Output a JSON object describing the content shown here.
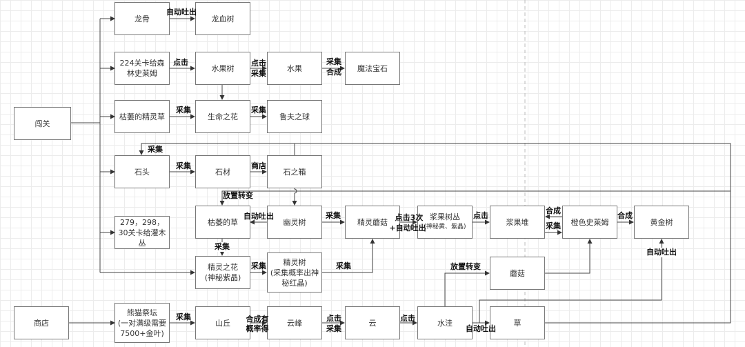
{
  "nodes": {
    "chuangguan": "闯关",
    "shop": "商店",
    "longgu": "龙骨",
    "longxueshu": "龙血树",
    "level224": "224关卡给森林史莱姆",
    "shuiguoshu": "水果树",
    "shuiguo": "水果",
    "mofabaoshi": "魔法宝石",
    "kuiweijinglingcao": "枯萎的精灵草",
    "shengmingzhihua": "生命之花",
    "lufuzhiqiu": "鲁夫之球",
    "shitou": "石头",
    "shicai": "石材",
    "shizhixiang": "石之箱",
    "kuiweidecao": "枯萎的草",
    "youlingshu": "幽灵树",
    "jinglingmogu": "精灵蘑菇",
    "jiangguoshucong": "浆果树丛",
    "jiangguoshucong_note": "(神秘黄、紫晶)",
    "jiangguodui": "浆果堆",
    "chengseshilaimu": "橙色史莱姆",
    "huangjinshu": "黄金树",
    "levels279": "279，298，30关卡给灌木丛",
    "jinglingzhihua": "精灵之花\n(神秘紫晶)",
    "jinglingshu": "精灵树\n(采集概率出神秘红晶)",
    "mogu": "蘑菇",
    "xiongmaojitan": "熊猫祭坛\n(一对满级需要7500+金叶)",
    "shanqiu": "山丘",
    "yunfeng": "云峰",
    "yun": "云",
    "shuiwa": "水洼",
    "cao": "草"
  },
  "edge_labels": {
    "longgu_auto": "自动吐出",
    "l224_click": "点击",
    "shuiguoshu_click": "点击",
    "shuiguoshu_collect": "采集",
    "shuiguo_collect": "采集",
    "shuiguo_craft": "合成",
    "kwjlc_collect": "采集",
    "smzh_collect": "采集",
    "cao_shitou_collect": "采集",
    "shitou_collect": "采集",
    "shicai_shop": "商店",
    "cao_place": "放置转变",
    "ylshu_auto": "自动吐出",
    "ylshu_collect": "采集",
    "jlmg_click3": "点击3次",
    "jlmg_auto": "+自动吐出",
    "jgsc_click": "点击",
    "cssl_craft": "合成",
    "jgd_collect": "采集",
    "cssl_hj_craft": "合成",
    "kwdc_collect": "采集",
    "jlzh_collect": "采集",
    "jlshu_collect": "采集",
    "shuiwa_place": "放置转变",
    "hj_auto": "自动吐出",
    "xmjt_collect": "采集",
    "shanqiu_craft": "合成有",
    "shanqiu_prob": "概率得",
    "yunfeng_click": "点击",
    "yunfeng_collect": "采集",
    "yun_click": "点击",
    "shuiwa_auto": "自动吐出"
  }
}
